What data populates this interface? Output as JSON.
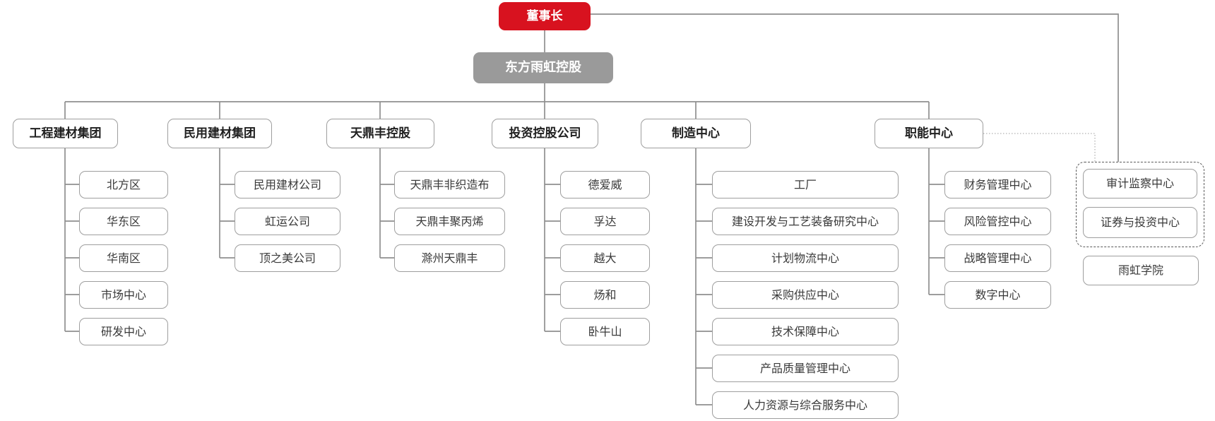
{
  "colors": {
    "accent_red": "#d8121f",
    "holding_gray": "#9a9a9a",
    "line_gray": "#8f8f8f",
    "border_gray": "#9e9e9e"
  },
  "root": {
    "label": "董事长"
  },
  "holding": {
    "label": "东方雨虹控股"
  },
  "branches": [
    {
      "label": "工程建材集团",
      "children": [
        "北方区",
        "华东区",
        "华南区",
        "市场中心",
        "研发中心"
      ]
    },
    {
      "label": "民用建材集团",
      "children": [
        "民用建材公司",
        "虹运公司",
        "顶之美公司"
      ]
    },
    {
      "label": "天鼎丰控股",
      "children": [
        "天鼎丰非织造布",
        "天鼎丰聚丙烯",
        "滁州天鼎丰"
      ]
    },
    {
      "label": "投资控股公司",
      "children": [
        "德爱威",
        "孚达",
        "越大",
        "炀和",
        "卧牛山"
      ]
    },
    {
      "label": "制造中心",
      "children": [
        "工厂",
        "建设开发与工艺装备研究中心",
        "计划物流中心",
        "采购供应中心",
        "技术保障中心",
        "产品质量管理中心",
        "人力资源与综合服务中心"
      ]
    },
    {
      "label": "职能中心",
      "children": [
        "财务管理中心",
        "风险管控中心",
        "战略管理中心",
        "数字中心"
      ]
    }
  ],
  "right_group": {
    "dashed_boxes": [
      "审计监察中心",
      "证券与投资中心"
    ],
    "standalone": "雨虹学院"
  }
}
